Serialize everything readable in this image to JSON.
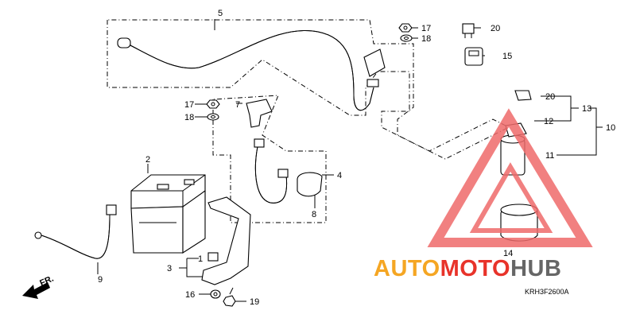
{
  "diagram": {
    "part_labels": {
      "p1": "1",
      "p2": "2",
      "p3": "3",
      "p4": "4",
      "p5": "5",
      "p7": "7",
      "p8": "8",
      "p9": "9",
      "p10": "10",
      "p11": "11",
      "p12": "12",
      "p13": "13",
      "p14": "14",
      "p15": "15",
      "p16": "16",
      "p17a": "17",
      "p17b": "17",
      "p18a": "18",
      "p18b": "18",
      "p19": "19",
      "p20a": "20",
      "p20b": "20"
    },
    "diagram_code": "KRH3F2600A",
    "direction_label": "FR.",
    "watermark": {
      "part1": "AUTO",
      "part2": "MOTO",
      "part3": "HUB"
    }
  },
  "colors": {
    "watermark_orange": "#f5a623",
    "watermark_red": "#e8332a",
    "watermark_grey": "#666666",
    "triangle_red": "#ef6a6a"
  }
}
